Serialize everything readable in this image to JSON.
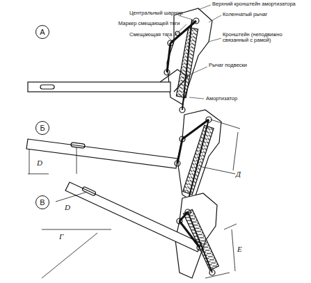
{
  "diagram": {
    "nodes": [
      {
        "text": [
          "А"
        ]
      },
      {
        "text": [
          "Б"
        ]
      },
      {
        "text": [
          "В"
        ]
      }
    ],
    "labels": [
      "Верхний кронштейн амортизатора",
      "Коленчатый рычаг",
      "Центральный шарнир",
      "Маркер смещающей тяги",
      "Смещающая тяга",
      "Кронштейн (неподвижно связанный с рамой)",
      "Рычаг подвески",
      "Амортизатор",
      "D",
      "Д",
      "D",
      "Г",
      "Е"
    ]
  }
}
